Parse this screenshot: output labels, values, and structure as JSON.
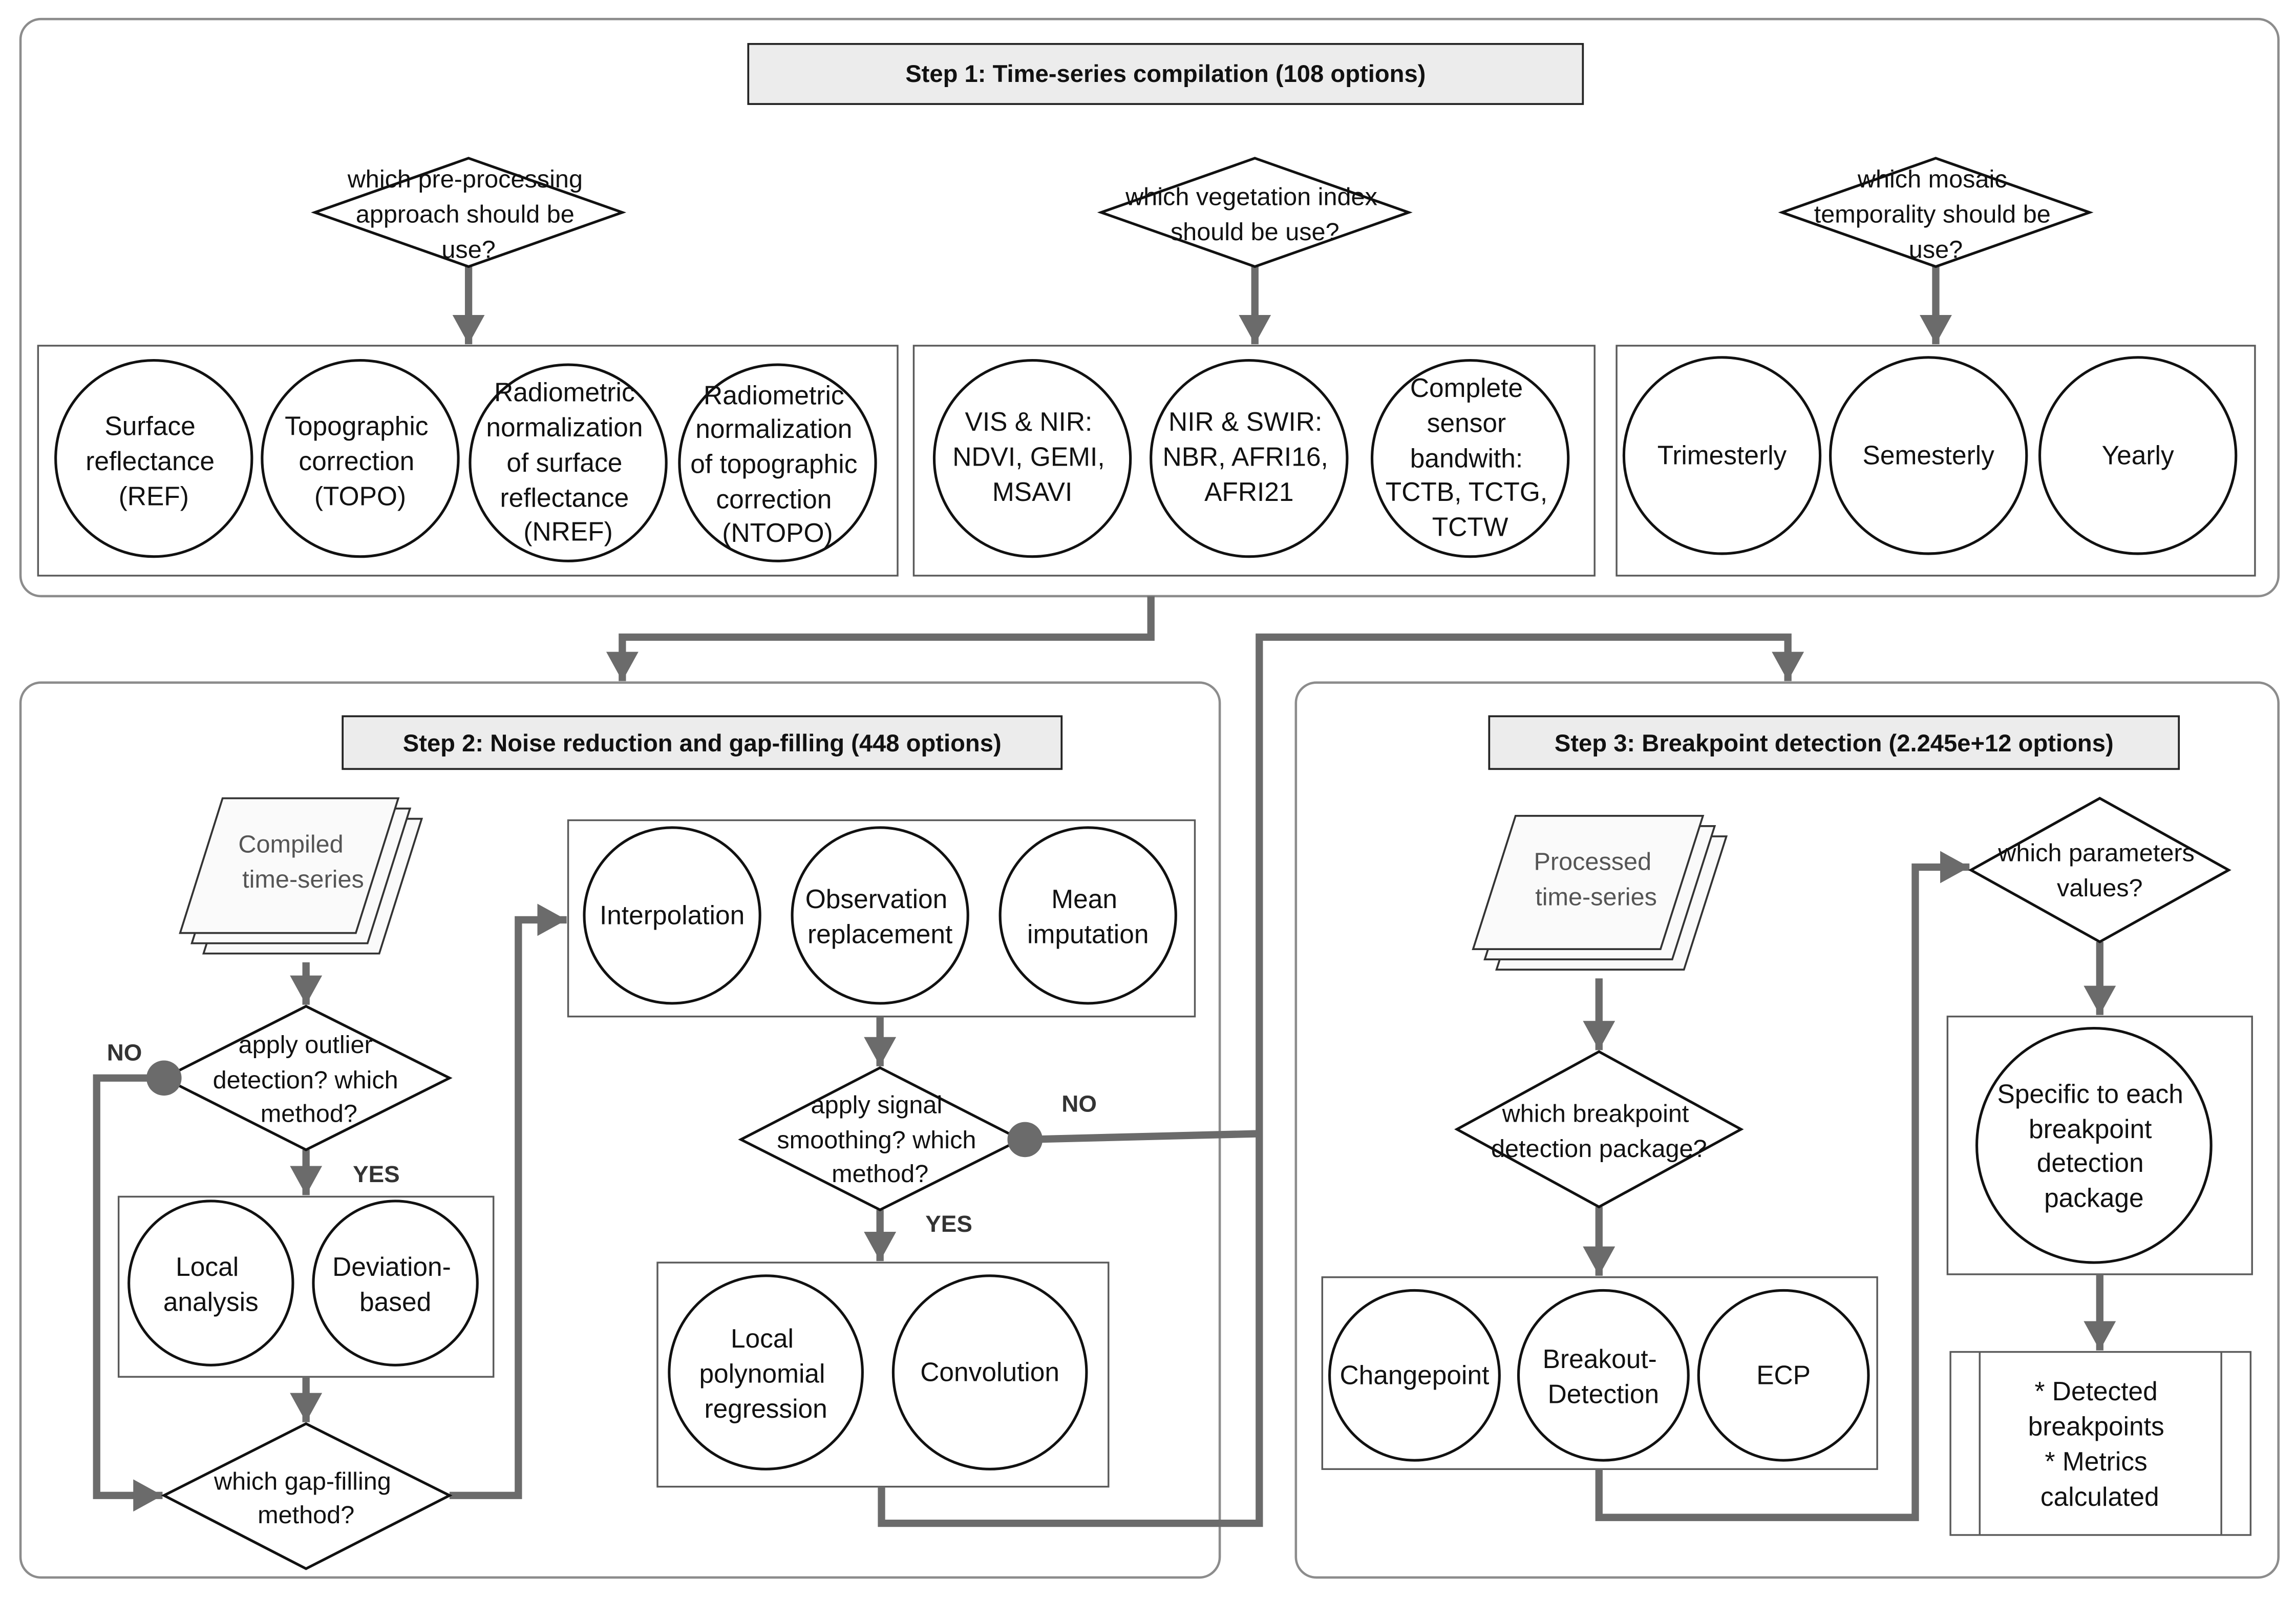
{
  "step1": {
    "title": "Step 1: Time-series compilation (108 options)",
    "preprocessing": {
      "question": [
        "which pre-processing",
        "approach should be",
        "use?"
      ],
      "options": [
        [
          "Surface",
          "reflectance",
          "(REF)"
        ],
        [
          "Topographic",
          "correction",
          "(TOPO)"
        ],
        [
          "Radiometric",
          "normalization",
          "of surface",
          "reflectance",
          "(NREF)"
        ],
        [
          "Radiometric",
          "normalization",
          "of topographic",
          "correction",
          "(NTOPO)"
        ]
      ]
    },
    "vegetation_index": {
      "question": [
        "which vegetation index",
        "should be use?"
      ],
      "options": [
        [
          "VIS & NIR:",
          "NDVI, GEMI,",
          "MSAVI"
        ],
        [
          "NIR & SWIR:",
          "NBR, AFRI16,",
          "AFRI21"
        ],
        [
          "Complete",
          "sensor",
          "bandwith:",
          "TCTB, TCTG,",
          "TCTW"
        ]
      ]
    },
    "mosaic_temporality": {
      "question": [
        "which mosaic",
        "temporality should be",
        "use?"
      ],
      "options": [
        [
          "Trimesterly"
        ],
        [
          "Semesterly"
        ],
        [
          "Yearly"
        ]
      ]
    }
  },
  "step2": {
    "title": "Step 2: Noise reduction and gap-filling (448 options)",
    "input": [
      "Compiled",
      "time-series"
    ],
    "outlier_detection": {
      "question": [
        "apply outlier",
        "detection? which",
        "method?"
      ],
      "no_label": "NO",
      "yes_label": "YES",
      "options": [
        [
          "Local",
          "analysis"
        ],
        [
          "Deviation-",
          "based"
        ]
      ]
    },
    "gap_filling": {
      "question": [
        "which gap-filling",
        "method?"
      ],
      "options": [
        [
          "Interpolation"
        ],
        [
          "Observation",
          "replacement"
        ],
        [
          "Mean",
          "imputation"
        ]
      ]
    },
    "smoothing": {
      "question": [
        "apply signal",
        "smoothing? which",
        "method?"
      ],
      "no_label": "NO",
      "yes_label": "YES",
      "options": [
        [
          "Local",
          "polynomial",
          "regression"
        ],
        [
          "Convolution"
        ]
      ]
    }
  },
  "step3": {
    "title": "Step 3: Breakpoint detection (2.245e+12 options)",
    "input": [
      "Processed",
      "time-series"
    ],
    "package": {
      "question": [
        "which breakpoint",
        "detection package?"
      ],
      "options": [
        [
          "Changepoint"
        ],
        [
          "Breakout-",
          "Detection"
        ],
        [
          "ECP"
        ]
      ]
    },
    "parameters": {
      "question": [
        "which parameters",
        "values?"
      ],
      "options": [
        [
          "Specific to each",
          "breakpoint",
          "detection",
          "package"
        ]
      ]
    },
    "output": [
      "* Detected",
      "breakpoints",
      "* Metrics",
      "calculated"
    ]
  },
  "colors": {
    "arrow": "#6b6b6b",
    "title_fill": "#ececec",
    "input_text": "#555555"
  }
}
